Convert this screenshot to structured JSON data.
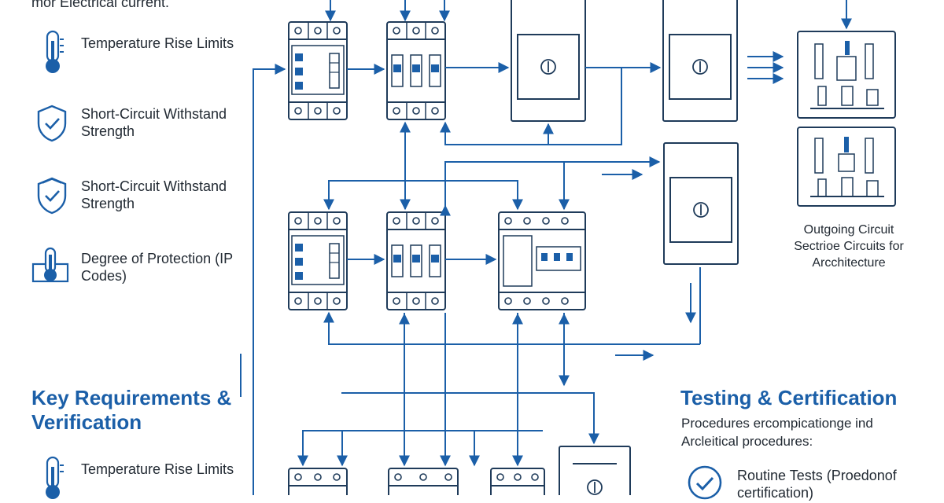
{
  "top_partial_text": "mor Electrical current.",
  "legend_top": [
    {
      "icon": "thermometer-icon",
      "label": "Temperature Rise Limits"
    },
    {
      "icon": "shield-check-icon",
      "label": "Short-Circuit Withstand Strength"
    },
    {
      "icon": "shield-check-icon",
      "label": "Short-Circuit Withstand Strength"
    },
    {
      "icon": "ip-thermometer-icon",
      "label": "Degree of Protection (IP Codes)"
    }
  ],
  "key_requirements": {
    "title": "Key Requirements & Verification",
    "items": [
      {
        "icon": "thermometer-icon",
        "label": "Temperature Rise Limits"
      }
    ]
  },
  "outgoing_label": "Outgoing Circuit Sectrioe Circuits for Arcchitecture",
  "testing": {
    "title": "Testing & Certification",
    "description": "Procedures ercompicationge ind Arcleitical procedures:",
    "items": [
      {
        "icon": "check-circle-icon",
        "label": "Routine Tests (Proedonof certification)"
      }
    ]
  },
  "colors": {
    "line": "#1f3b5a",
    "accent": "#1b5fa8",
    "text": "#222a33"
  }
}
